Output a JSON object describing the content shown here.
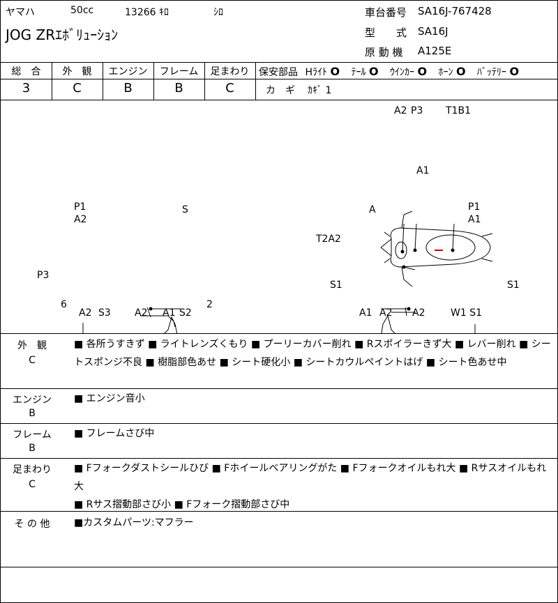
{
  "header": {
    "maker": "ヤマハ",
    "displacement": "50cc",
    "mileage": "13266",
    "mileage_unit": "ｷﾛ",
    "color": "ｼﾛ",
    "model_name": "JOG ZRｴﾎﾞﾘｭｰｼｮﾝ",
    "frame_no_label": "車台番号",
    "frame_no": "SA16J-767428",
    "type_label": "型　　式",
    "type_value": "SA16J",
    "engine_label": "原 動 機",
    "engine_value": "A125E"
  },
  "grades": {
    "overall": {
      "label": "総　合",
      "value": "3"
    },
    "exterior": {
      "label": "外　観",
      "value": "C"
    },
    "engine": {
      "label": "エンジン",
      "value": "B"
    },
    "frame": {
      "label": "フレーム",
      "value": "B"
    },
    "suspension": {
      "label": "足まわり",
      "value": "C"
    }
  },
  "safety": {
    "label": "保安部品",
    "items": [
      {
        "name": "Hﾗｲﾄ",
        "status": "O"
      },
      {
        "name": "ﾃｰﾙ",
        "status": "O"
      },
      {
        "name": "ｳｲﾝｶｰ",
        "status": "O"
      },
      {
        "name": "ﾎｰﾝ",
        "status": "O"
      },
      {
        "name": "ﾊﾞｯﾃﾘｰ",
        "status": "O"
      }
    ],
    "key_label": "カ　ギ",
    "key_value": "ｶｷﾞ 1"
  },
  "diagram_labels": {
    "top": {
      "a2": "A2",
      "p3": "P3",
      "t1b1": "T1B1",
      "a1": "A1"
    },
    "left": {
      "p1": "P1",
      "a2_top": "A2",
      "s": "S",
      "p3": "P3",
      "six": "6",
      "a2_b1": "A2",
      "s3": "S3",
      "a2_b2": "A2",
      "a1": "A1",
      "s2": "S2",
      "two": "2"
    },
    "right": {
      "a": "A",
      "p1": "P1",
      "a1_top": "A1",
      "t2a2": "T2A2",
      "s1_l": "S1",
      "s1_r": "S1",
      "a1_b": "A1",
      "a2_b1": "A2",
      "a2_b2": "A2",
      "w1s1": "W1 S1"
    }
  },
  "sections": {
    "exterior": {
      "label": "外　観",
      "grade": "C",
      "line1": "■ 各所うすきず ■ ライトレンズくもり ■ プーリーカバー削れ ■ Rスポイラーきず大 ■ レバー削れ ■ シー",
      "line2": "トスポンジ不良 ■ 樹脂部色あせ ■ シート硬化小 ■ シートカウルペイントはげ ■ シート色あせ中"
    },
    "engine": {
      "label": "エンジン",
      "grade": "B",
      "line1": "■ エンジン音小"
    },
    "frame": {
      "label": "フレーム",
      "grade": "B",
      "line1": "■ フレームさび中"
    },
    "suspension": {
      "label": "足まわり",
      "grade": "C",
      "line1": "■ Fフォークダストシールひび ■ Fホイールベアリングがた ■ Fフォークオイルもれ大 ■ Rサスオイルもれ大",
      "line2": "■ Rサス摺動部さび小 ■ Fフォーク摺動部さび中"
    },
    "other": {
      "label": "そ の 他",
      "line1": "■カスタムパーツ:マフラー"
    }
  },
  "colors": {
    "ink": "#000000",
    "mark": "#cc0000"
  }
}
